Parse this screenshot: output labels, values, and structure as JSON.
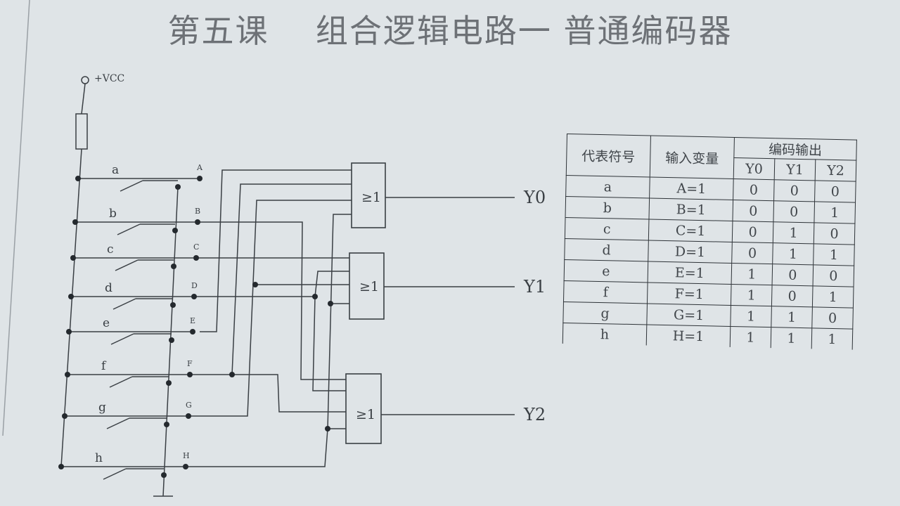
{
  "title": "第五课    组合逻辑电路一 普通编码器",
  "supply_label": "+VCC",
  "switches": [
    {
      "key": "a",
      "input": "A"
    },
    {
      "key": "b",
      "input": "B"
    },
    {
      "key": "c",
      "input": "C"
    },
    {
      "key": "d",
      "input": "D"
    },
    {
      "key": "e",
      "input": "E"
    },
    {
      "key": "f",
      "input": "F"
    },
    {
      "key": "g",
      "input": "G"
    },
    {
      "key": "h",
      "input": "H"
    }
  ],
  "gates": [
    {
      "label": "≥1",
      "output": "Y0"
    },
    {
      "label": "≥1",
      "output": "Y1"
    },
    {
      "label": "≥1",
      "output": "Y2"
    }
  ],
  "table": {
    "headers": {
      "symbol": "代表符号",
      "input": "输入变量",
      "output": "编码输出"
    },
    "output_cols": [
      "Y0",
      "Y1",
      "Y2"
    ],
    "rows": [
      {
        "symbol": "a",
        "input": "A=1",
        "y": [
          "0",
          "0",
          "0"
        ]
      },
      {
        "symbol": "b",
        "input": "B=1",
        "y": [
          "0",
          "0",
          "1"
        ]
      },
      {
        "symbol": "c",
        "input": "C=1",
        "y": [
          "0",
          "1",
          "0"
        ]
      },
      {
        "symbol": "d",
        "input": "D=1",
        "y": [
          "0",
          "1",
          "1"
        ]
      },
      {
        "symbol": "e",
        "input": "E=1",
        "y": [
          "1",
          "0",
          "0"
        ]
      },
      {
        "symbol": "f",
        "input": "F=1",
        "y": [
          "1",
          "0",
          "1"
        ]
      },
      {
        "symbol": "g",
        "input": "G=1",
        "y": [
          "1",
          "1",
          "0"
        ]
      },
      {
        "symbol": "h",
        "input": "H=1",
        "y": [
          "1",
          "1",
          "1"
        ]
      }
    ]
  }
}
